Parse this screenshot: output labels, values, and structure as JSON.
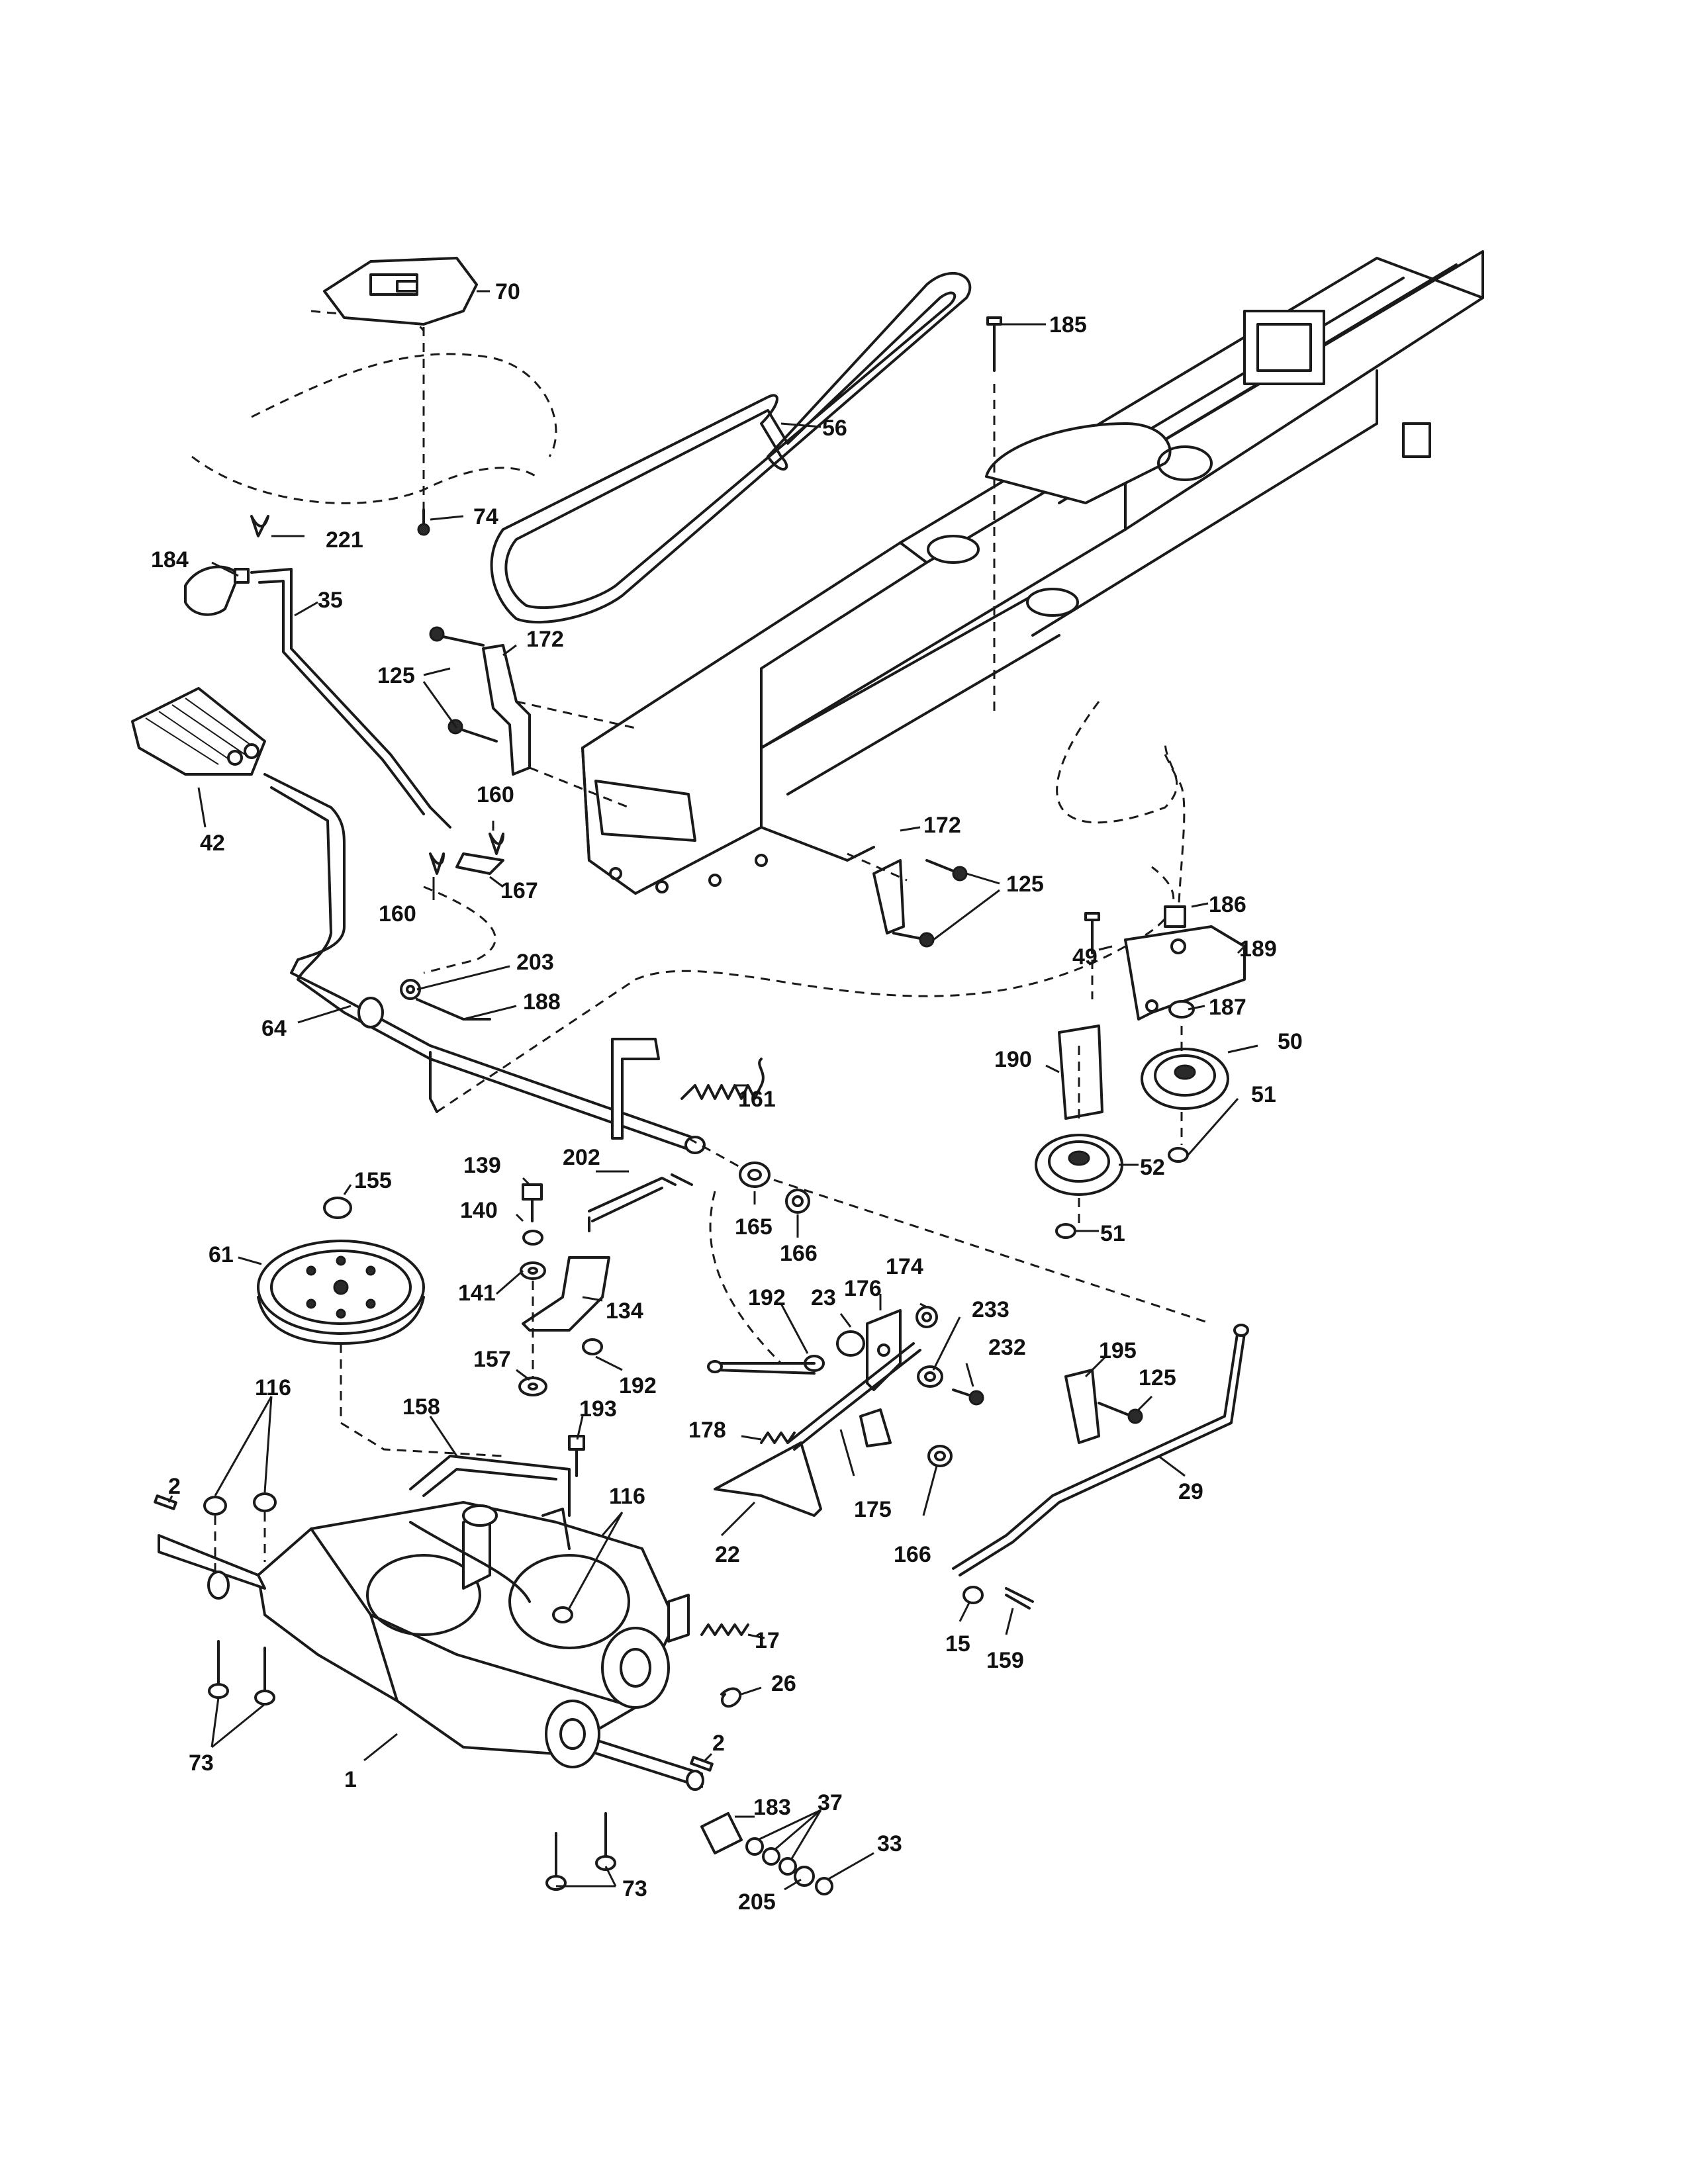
{
  "diagram": {
    "callouts": [
      "70",
      "185",
      "56",
      "74",
      "221",
      "184",
      "35",
      "172",
      "125",
      "42",
      "160",
      "167",
      "160",
      "172",
      "125",
      "186",
      "49",
      "189",
      "203",
      "188",
      "64",
      "161",
      "187",
      "50",
      "190",
      "51",
      "139",
      "202",
      "52",
      "51",
      "155",
      "140",
      "165",
      "166",
      "61",
      "141",
      "134",
      "174",
      "192",
      "23",
      "176",
      "233",
      "157",
      "192",
      "232",
      "195",
      "125",
      "116",
      "158",
      "193",
      "178",
      "29",
      "2",
      "116",
      "175",
      "166",
      "22",
      "17",
      "15",
      "159",
      "26",
      "73",
      "2",
      "183",
      "1",
      "37",
      "33",
      "73",
      "205"
    ]
  }
}
